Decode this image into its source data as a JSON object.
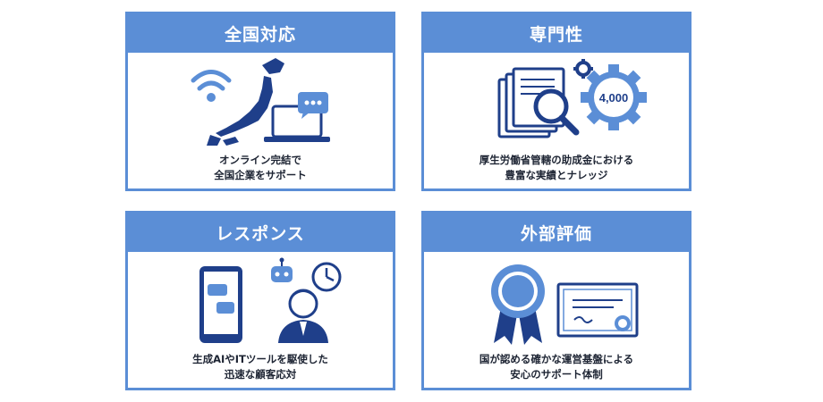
{
  "cards": [
    {
      "title": "全国対応",
      "caption1": "オンライン完結で",
      "caption2": "全国企業をサポート"
    },
    {
      "title": "専門性",
      "caption1": "厚生労働省管轄の助成金における",
      "caption2": "豊富な実績とナレッジ",
      "badge": "4,000"
    },
    {
      "title": "レスポンス",
      "caption1": "生成AIやITツールを駆使した",
      "caption2": "迅速な顧客応対"
    },
    {
      "title": "外部評価",
      "caption1": "国が認める確かな運営基盤による",
      "caption2": "安心のサポート体制"
    }
  ],
  "colors": {
    "accent": "#5b8ed6",
    "navy": "#1f3f8a",
    "text": "#1d2433"
  }
}
